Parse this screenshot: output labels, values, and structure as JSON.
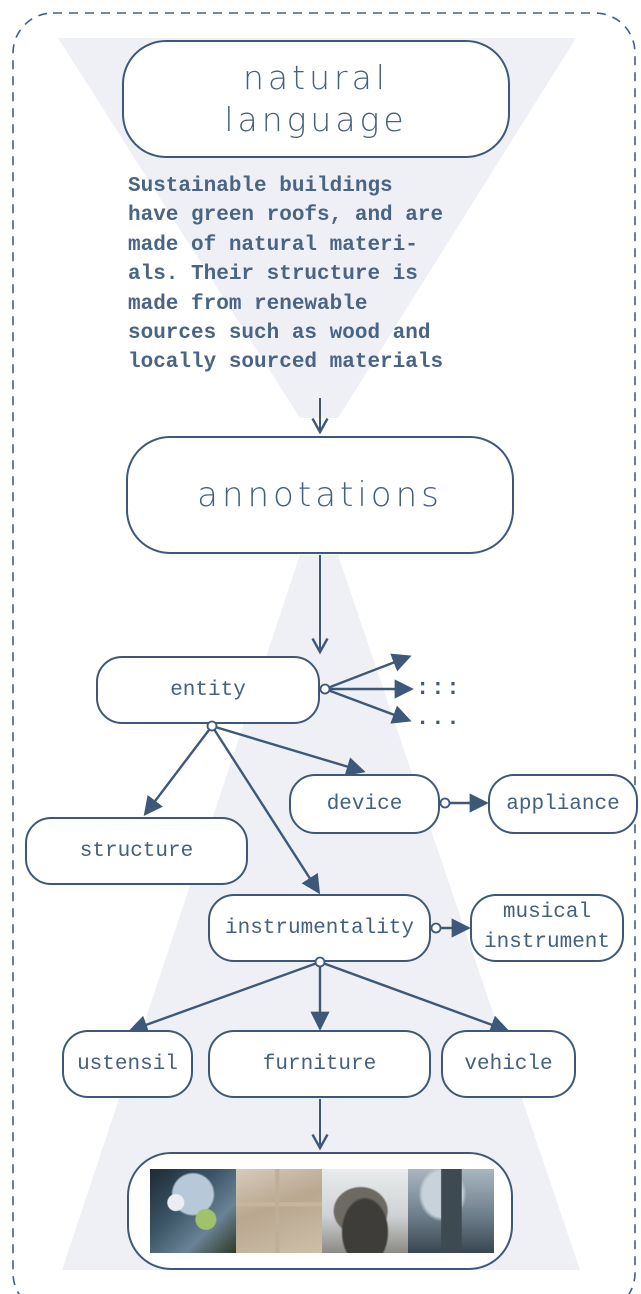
{
  "title": "natural language",
  "title_lines": [
    "natural",
    "language"
  ],
  "description_lines": [
    "Sustainable buildings",
    "have green roofs, and are",
    "made of natural materi-",
    "als. Their structure is",
    "made from renewable",
    "sources such as wood and",
    "locally sourced materials"
  ],
  "annotations_label": "annotations",
  "nodes": {
    "entity": "entity",
    "device": "device",
    "appliance": "appliance",
    "structure": "structure",
    "instrumentality": "instrumentality",
    "musical_instrument_line1": "musical",
    "musical_instrument_line2": "instrument",
    "ustensil": "ustensil",
    "furniture": "furniture",
    "vehicle": "vehicle"
  },
  "ellipsis": [
    ":::",
    "..."
  ],
  "colors": {
    "stroke": "#3d5878",
    "text": "#44607f",
    "funnel": "#eef0f5"
  }
}
